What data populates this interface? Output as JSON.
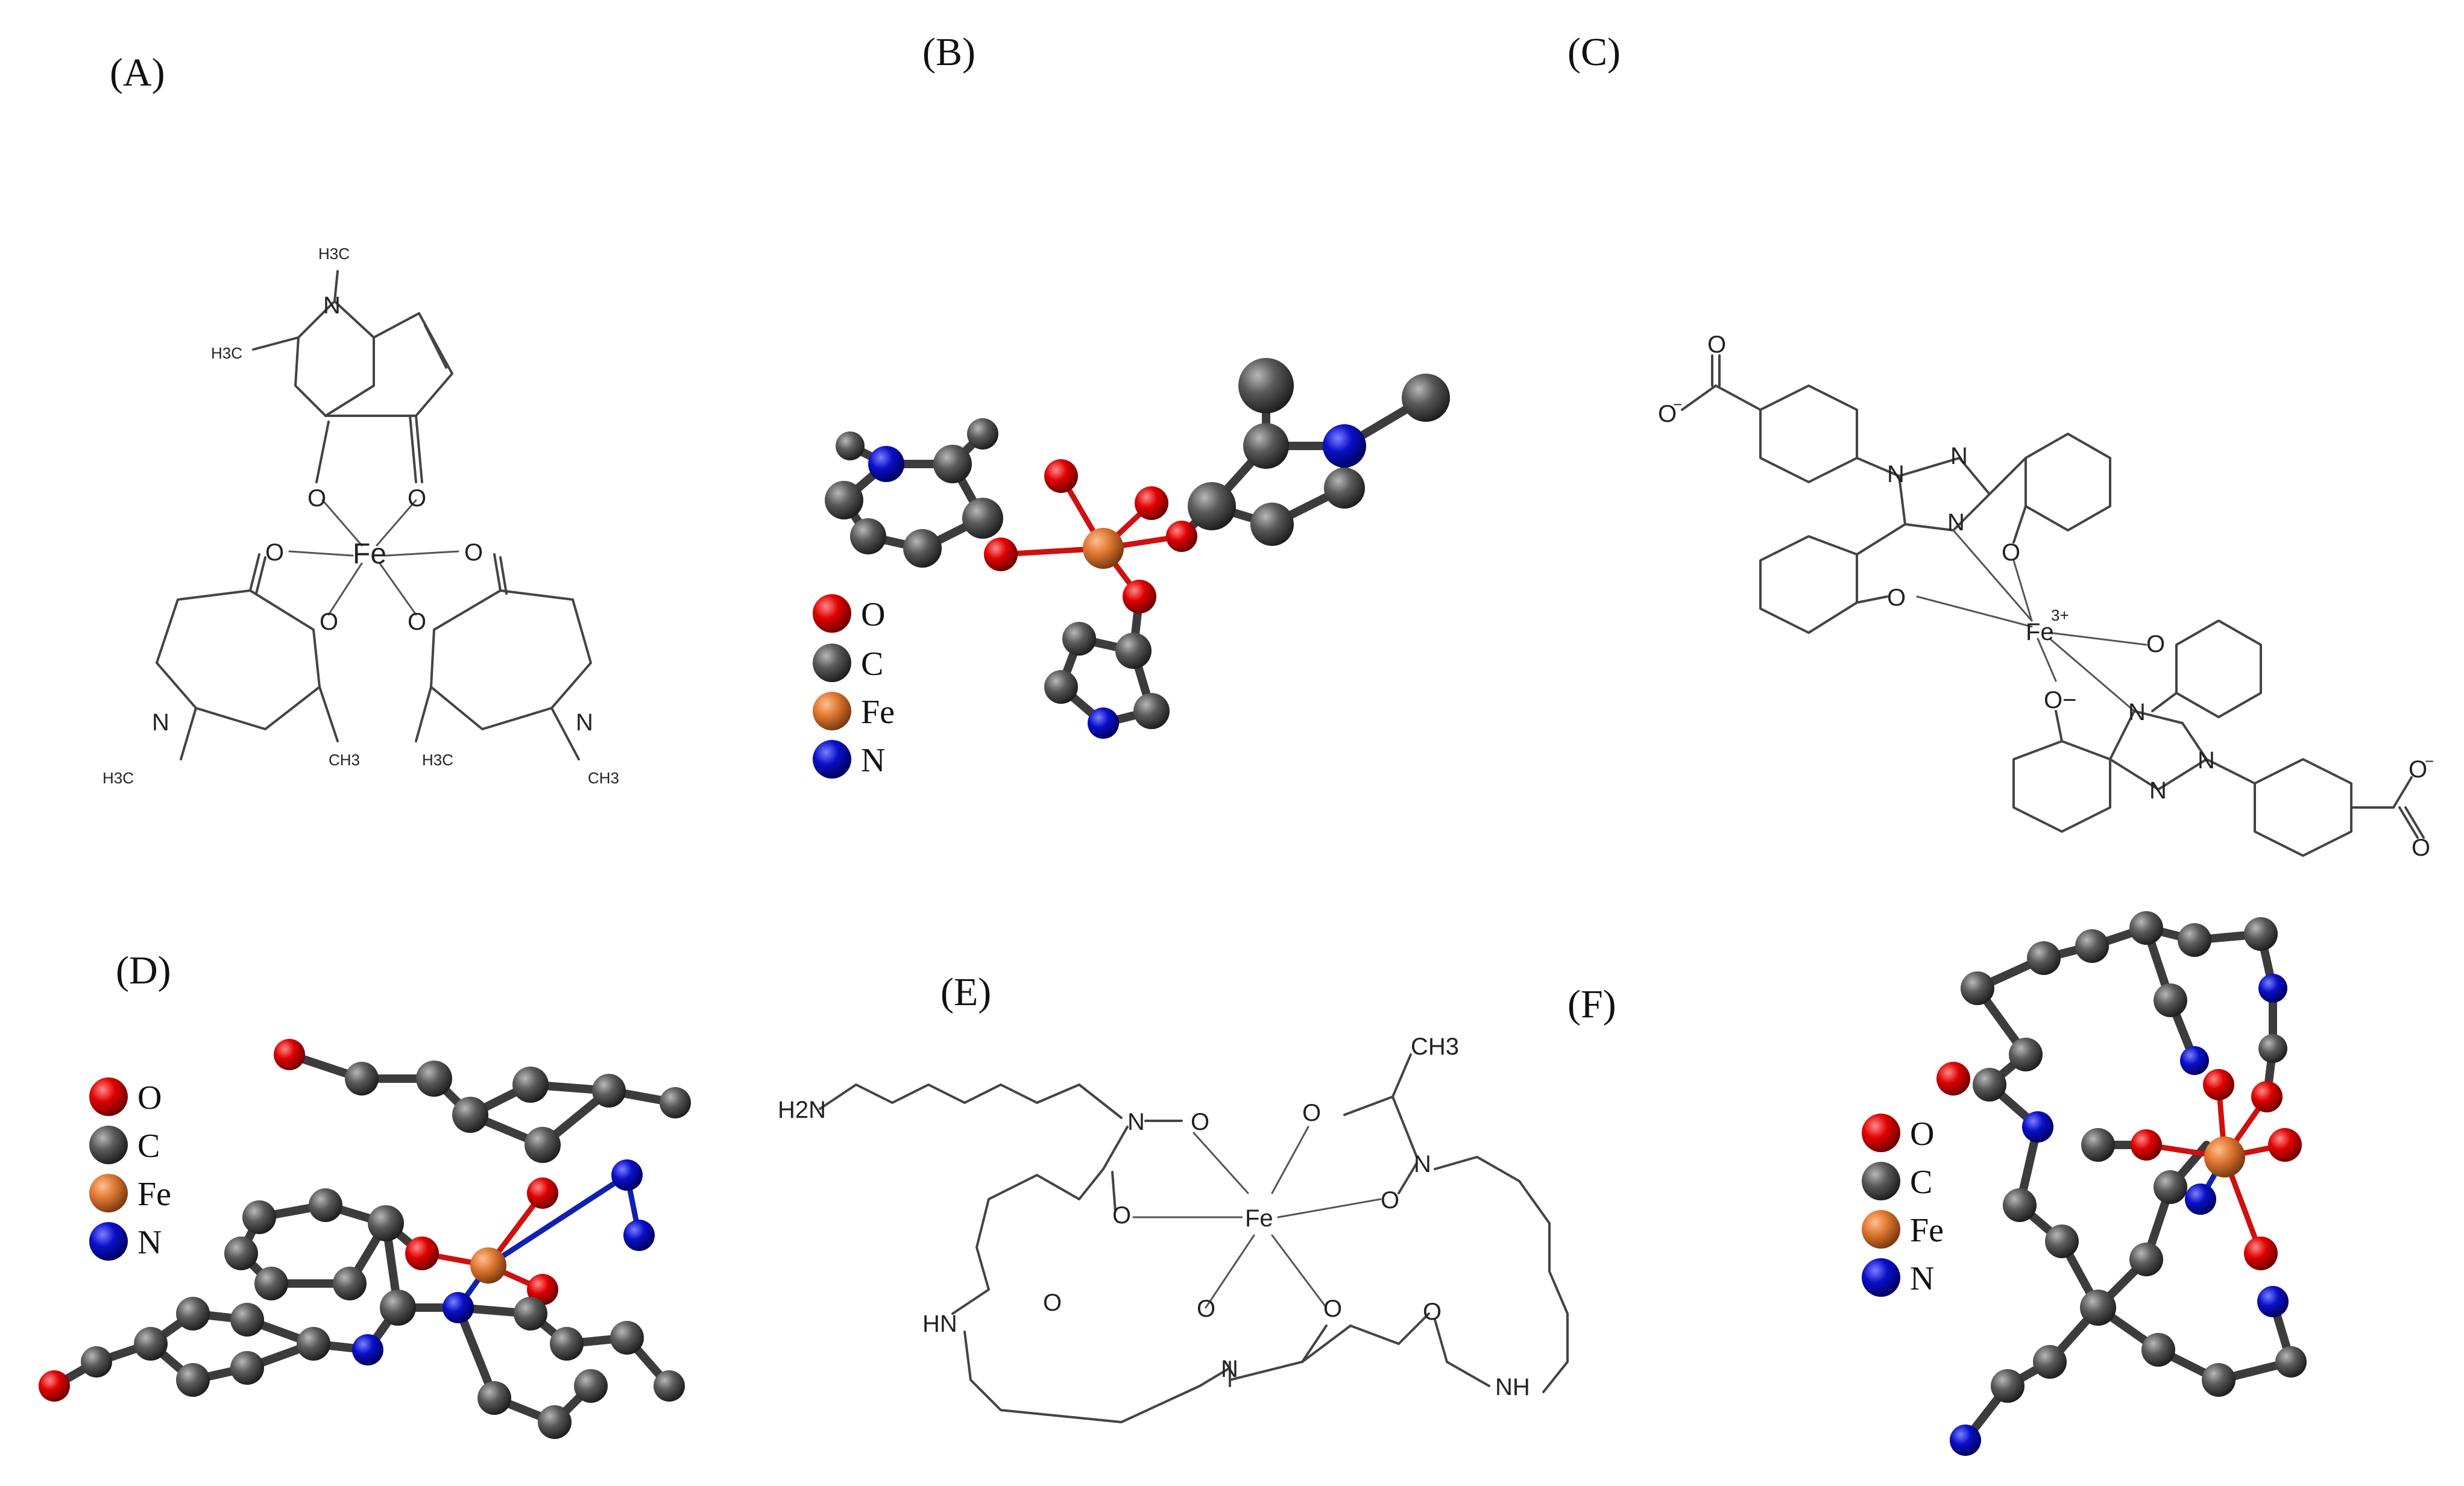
{
  "panels": {
    "a": "(A)",
    "b": "(B)",
    "c": "(C)",
    "d": "(D)",
    "e": "(E)",
    "f": "(F)"
  },
  "legend": {
    "oxygen": "O",
    "carbon": "C",
    "iron": "Fe",
    "nitrogen": "N"
  },
  "atom_colors": {
    "oxygen": "#e00000",
    "carbon": "#5a5a5a",
    "iron": "#e07832",
    "nitrogen": "#0a10c8"
  },
  "structure_a": {
    "metal": "Fe",
    "methyl": "H3C",
    "methyl_alt": "CH3",
    "nitrogen": "N",
    "oxygen": "O"
  },
  "structure_c": {
    "metal": "Fe",
    "charge": "3+",
    "oxygen": "O",
    "oxygen_anion": "O−",
    "nitrogen": "N",
    "minus": "−"
  },
  "structure_e": {
    "metal": "Fe",
    "amine": "H2N",
    "amide_nh": "HN",
    "amide_nh_right": "NH",
    "methyl": "CH3",
    "nitrogen": "N",
    "oxygen": "O"
  }
}
